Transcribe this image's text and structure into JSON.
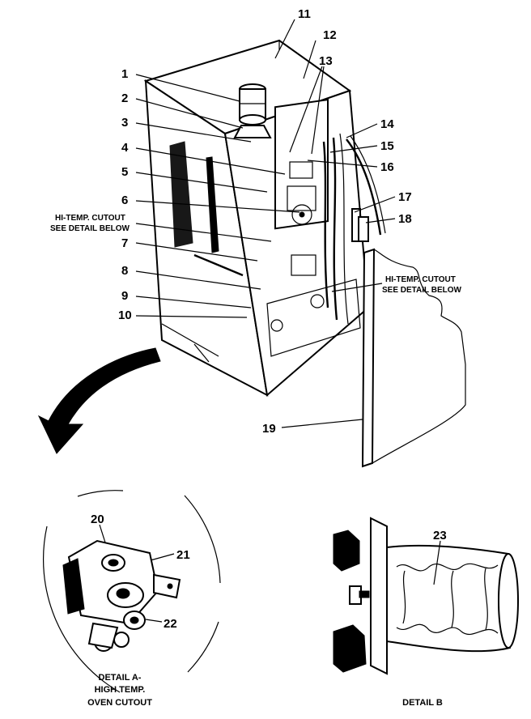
{
  "callouts": {
    "c1": "1",
    "c2": "2",
    "c3": "3",
    "c4": "4",
    "c5": "5",
    "c6": "6",
    "c7": "7",
    "c8": "8",
    "c9": "9",
    "c10": "10",
    "c11": "11",
    "c12": "12",
    "c13": "13",
    "c14": "14",
    "c15": "15",
    "c16": "16",
    "c17": "17",
    "c18": "18",
    "c19": "19",
    "c20": "20",
    "c21": "21",
    "c22": "22",
    "c23": "23"
  },
  "notes": {
    "left_line1": "HI-TEMP. CUTOUT",
    "left_line2": "SEE DETAIL BELOW",
    "right_line1": "HI-TEMP. CUTOUT",
    "right_line2": "SEE DETAIL BELOW"
  },
  "detail_a": {
    "line1": "DETAIL A-",
    "line2": "HIGH TEMP.",
    "line3": "OVEN CUTOUT"
  },
  "detail_b": {
    "label": "DETAIL B"
  }
}
